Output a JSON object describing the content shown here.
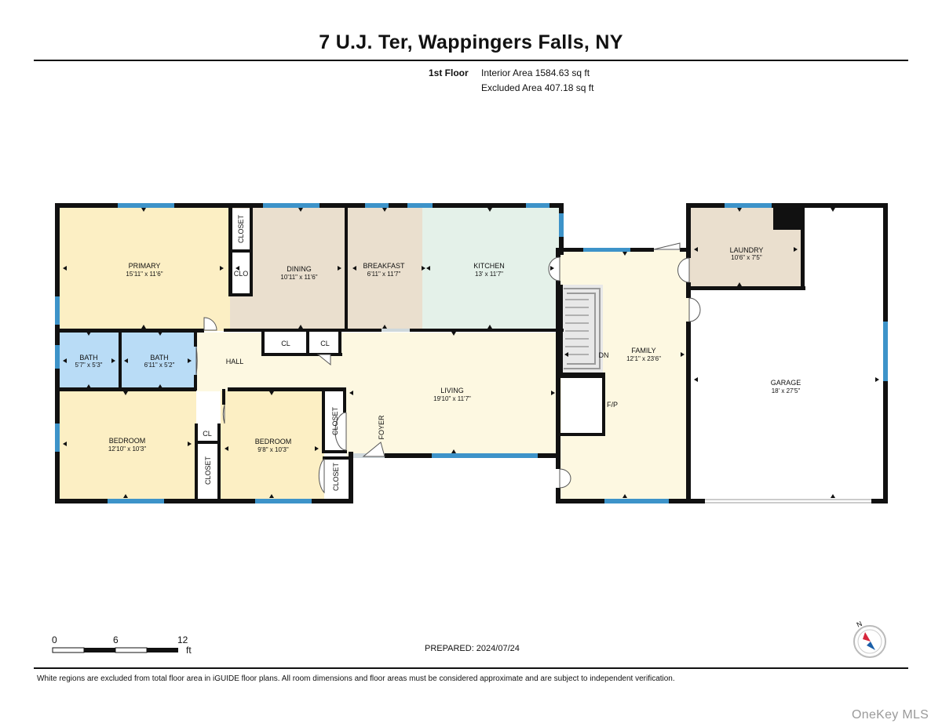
{
  "header": {
    "title": "7 U.J. Ter, Wappingers Falls, NY",
    "floor_label": "1st Floor",
    "interior_area": "Interior Area 1584.63 sq ft",
    "excluded_area": "Excluded Area 407.18 sq ft"
  },
  "rooms": {
    "primary": {
      "name": "PRIMARY",
      "dims": "15'11\" x 11'6\""
    },
    "dining": {
      "name": "DINING",
      "dims": "10'11\" x 11'6\""
    },
    "breakfast": {
      "name": "BREAKFAST",
      "dims": "6'11\" x 11'7\""
    },
    "kitchen": {
      "name": "KITCHEN",
      "dims": "13' x 11'7\""
    },
    "laundry": {
      "name": "LAUNDRY",
      "dims": "10'6\" x 7'5\""
    },
    "bath1": {
      "name": "BATH",
      "dims": "5'7\" x 5'3\""
    },
    "bath2": {
      "name": "BATH",
      "dims": "6'11\" x 5'2\""
    },
    "hall": {
      "name": "HALL"
    },
    "living": {
      "name": "LIVING",
      "dims": "19'10\" x 11'7\""
    },
    "family": {
      "name": "FAMILY",
      "dims": "12'1\" x 23'6\""
    },
    "garage": {
      "name": "GARAGE",
      "dims": "18' x 27'5\""
    },
    "bedroom1": {
      "name": "BEDROOM",
      "dims": "12'10\" x 10'3\""
    },
    "bedroom2": {
      "name": "BEDROOM",
      "dims": "9'8\" x 10'3\""
    }
  },
  "labels": {
    "closet": "CLOSET",
    "clo": "CLO",
    "cl": "CL",
    "foyer": "FOYER",
    "dn": "DN",
    "fp": "F/P"
  },
  "colors": {
    "primary": "#fcefc4",
    "dining": "#eadfce",
    "breakfast": "#eadfce",
    "kitchen": "#e4f1e9",
    "laundry": "#eadfce",
    "bath": "#b9dcf6",
    "bedroom": "#fcefc4",
    "hall_living_family": "#fdf8e1",
    "garage": "#ffffff",
    "wall": "#111111",
    "window": "#3d93c9"
  },
  "scale": {
    "ticks": [
      "0",
      "6",
      "12"
    ],
    "unit": "ft"
  },
  "footer": {
    "prepared": "PREPARED: 2024/07/24",
    "disclaimer": "White regions are excluded from total floor area in iGUIDE floor plans. All room dimensions and floor areas must be considered approximate and are subject to independent verification.",
    "compass_label": "N",
    "brand": "OneKey MLS"
  }
}
